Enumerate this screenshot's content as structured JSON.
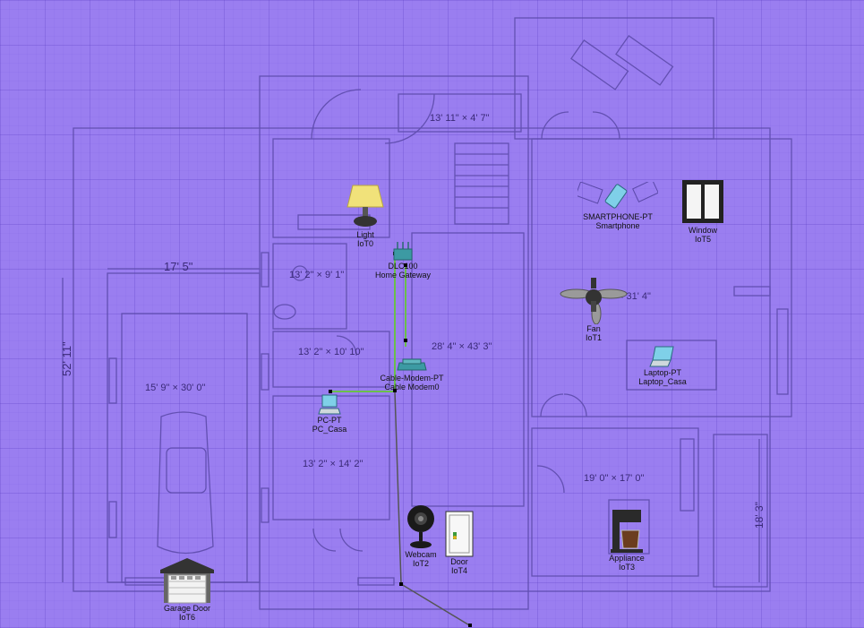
{
  "floorplan": {
    "dimensions": {
      "d1": "13' 11\" × 4' 7\"",
      "d2": "17' 5\"",
      "d3": "13' 2\" × 9' 1\"",
      "d4": "52' 11\"",
      "d5": "× 31' 4\"",
      "d6": "13' 2\" × 10' 10\"",
      "d7": "28' 4\" × 43' 3\"",
      "d8": "15' 9\" × 30' 0\"",
      "d9": "13' 2\" × 14' 2\"",
      "d10": "19' 0\" × 17' 0\"",
      "d11": "18' 3\""
    }
  },
  "devices": {
    "light": {
      "type": "Light",
      "name": "IoT0"
    },
    "gateway": {
      "type": "DLC100",
      "name": "Home Gateway"
    },
    "smartphone": {
      "type": "SMARTPHONE-PT",
      "name": "Smartphone"
    },
    "window": {
      "type": "Window",
      "name": "IoT5"
    },
    "fan": {
      "type": "Fan",
      "name": "IoT1"
    },
    "laptop": {
      "type": "Laptop-PT",
      "name": "Laptop_Casa"
    },
    "modem": {
      "type": "Cable-Modem-PT",
      "name": "Cable Modem0"
    },
    "pc": {
      "type": "PC-PT",
      "name": "PC_Casa"
    },
    "webcam": {
      "type": "Webcam",
      "name": "IoT2"
    },
    "door": {
      "type": "Door",
      "name": "IoT4"
    },
    "appliance": {
      "type": "Appliance",
      "name": "IoT3"
    },
    "garage": {
      "type": "Garage Door",
      "name": "IoT6"
    }
  },
  "colors": {
    "background": "#9a7ef0",
    "wall": "#5a48a8",
    "cable_green": "#6abf4b",
    "cable_gray": "#555555",
    "link_end": "#000000"
  }
}
